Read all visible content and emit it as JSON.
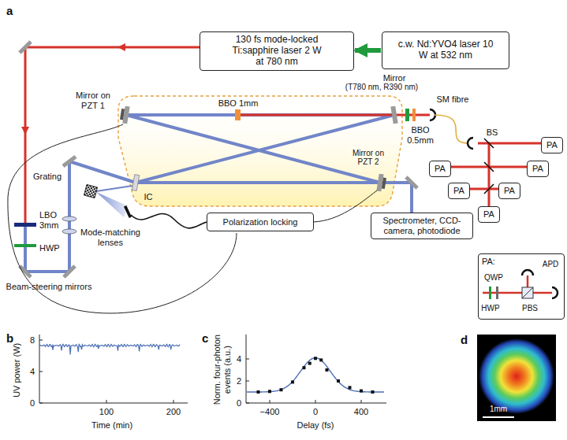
{
  "diagram": {
    "nodes": [
      {
        "text": [
          "130 fs mode-locked Ti:sapphire laser 2 W at 780 nm"
        ]
      },
      {
        "text": [
          "c.w. Nd:YVO4 laser 10 W at 532 nm"
        ]
      },
      {
        "text": [
          "Polarization locking"
        ]
      },
      {
        "text": [
          "Spectrometer, CCD-camera, photodiode"
        ]
      },
      {
        "text": [
          "PA"
        ]
      },
      {
        "text": [
          "PA"
        ]
      },
      {
        "text": [
          "PA"
        ]
      },
      {
        "text": [
          "PA"
        ]
      },
      {
        "text": [
          "PA"
        ]
      },
      {
        "text": [
          "PA"
        ]
      },
      {
        "text": [
          "PA:"
        ]
      }
    ],
    "edges": [
      {
        "from": 1,
        "to": 0,
        "arrow": "to"
      }
    ],
    "labels": [
      "a",
      "Mirror on PZT 1",
      "BBO 1mm",
      "Mirror",
      "(T780 nm, R390 nm)",
      "SM fibre",
      "BBO 0.5mm",
      "BS",
      "LBO 3mm",
      "HWP",
      "Grating",
      "IC",
      "Mirror on PZT 2",
      "Mode-matching lenses",
      "Beam-steering mirrors",
      "QWP",
      "HWP",
      "PBS",
      "APD",
      "b",
      "UV power (W)",
      "8",
      "4",
      "0",
      "100",
      "200",
      "Time (min)",
      "c",
      "Norm. four-photon events (a.u.)",
      "4",
      "2",
      "0",
      "−400",
      "0",
      "400",
      "Delay (fs)",
      "d",
      "1mm"
    ]
  }
}
